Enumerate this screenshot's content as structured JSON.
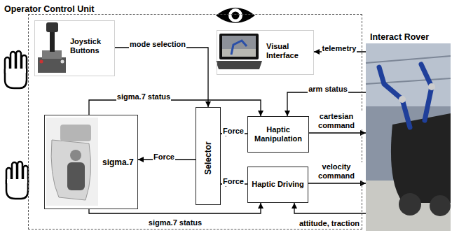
{
  "diagram": {
    "nodes": [
      {
        "text": [
          "Operator Control Unit"
        ]
      },
      {
        "text": [
          "Joystick Buttons"
        ],
        "in": 0
      },
      {
        "text": [
          "Visual Interface"
        ],
        "in": 0
      },
      {
        "text": [
          "Interact Rover"
        ]
      },
      {
        "text": [
          "sigma.7"
        ],
        "in": 0
      },
      {
        "text": [
          "Selector"
        ],
        "in": 0
      },
      {
        "text": [
          "Haptic Manipulation"
        ],
        "in": 0
      },
      {
        "text": [
          "Haptic Driving"
        ],
        "in": 0
      }
    ],
    "edges": [
      {
        "from": 1,
        "to": 5,
        "label": "mode selection",
        "arrow": "to"
      },
      {
        "from": 3,
        "to": 2,
        "label": "telemetry",
        "arrow": "to"
      },
      {
        "from": 3,
        "to": 6,
        "label": "arm status",
        "arrow": "to"
      },
      {
        "from": 6,
        "to": 3,
        "label": "cartesian command",
        "arrow": "to"
      },
      {
        "from": 4,
        "to": 6,
        "label": "sigma.7 status",
        "arrow": "to"
      },
      {
        "from": 6,
        "to": 5,
        "label": "Force",
        "arrow": "to"
      },
      {
        "from": 7,
        "to": 5,
        "label": "Force",
        "arrow": "to"
      },
      {
        "from": 5,
        "to": 4,
        "label": "Force",
        "arrow": "to"
      },
      {
        "from": 7,
        "to": 3,
        "label": "velocity command",
        "arrow": "to"
      },
      {
        "from": 3,
        "to": 7,
        "label": "attitude, traction",
        "arrow": "to"
      },
      {
        "from": 4,
        "to": 7,
        "label": "sigma.7 status",
        "arrow": "to"
      }
    ]
  }
}
